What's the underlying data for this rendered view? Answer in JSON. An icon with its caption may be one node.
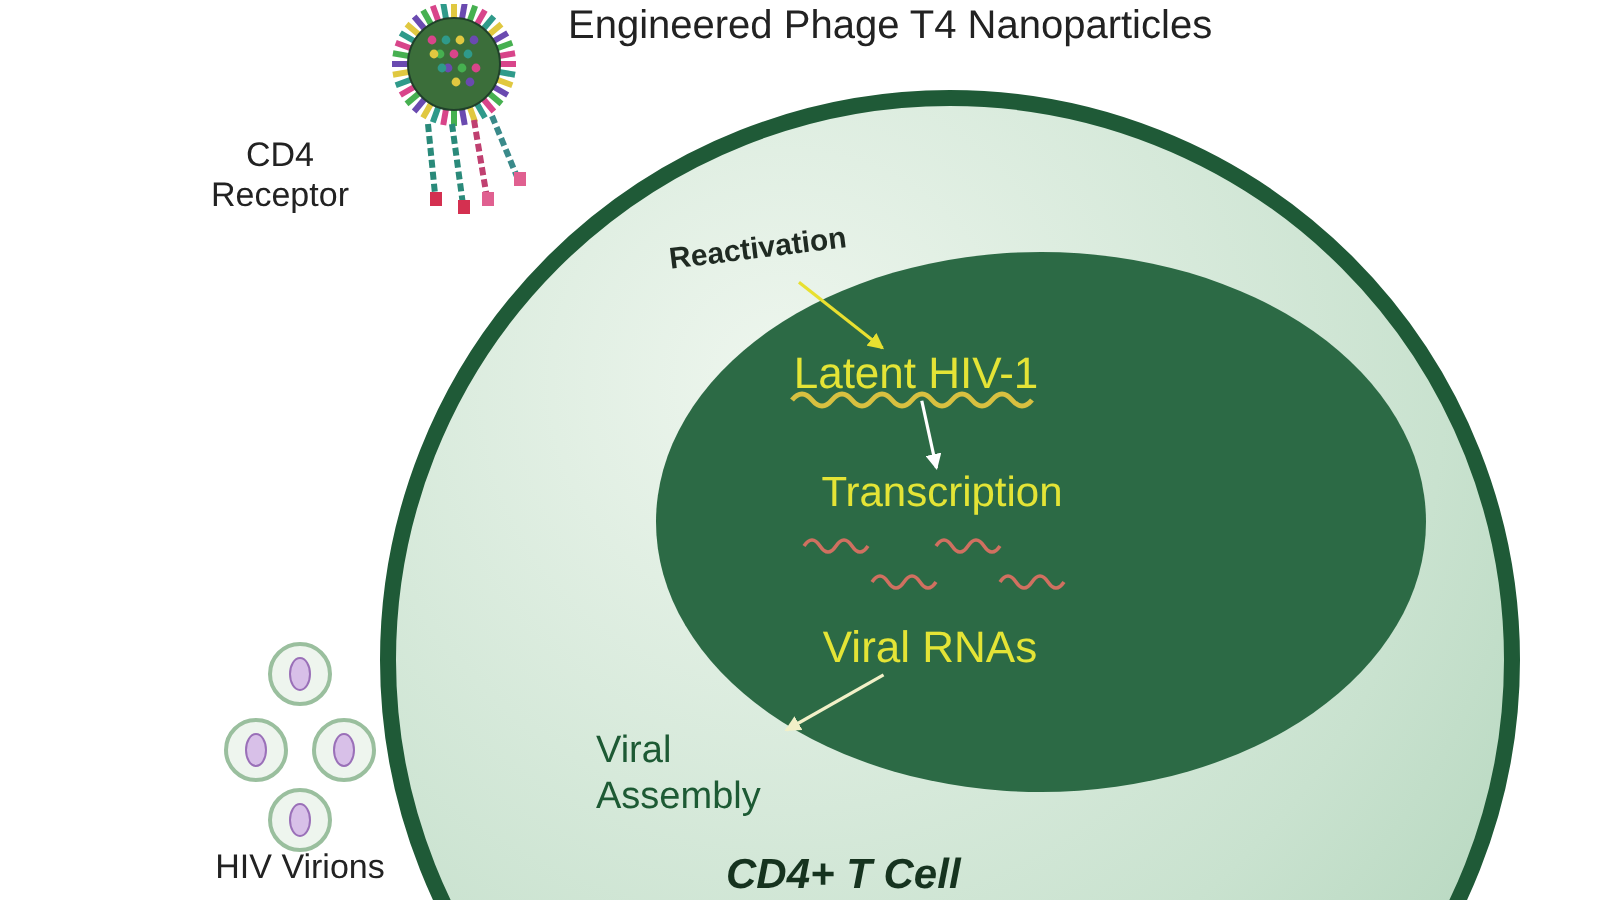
{
  "diagram": {
    "title": "Engineered Phage T4 Nanoparticles",
    "nodes": [
      {
        "text": [
          "CD4+ T Cell"
        ]
      },
      {
        "text": [],
        "shape": "circle",
        "in": 0
      },
      {
        "text": [
          "Latent HIV-1"
        ],
        "in": 1
      },
      {
        "text": [
          "Transcription"
        ],
        "in": 1
      },
      {
        "text": [
          "Viral RNAs"
        ],
        "in": 1
      },
      {
        "text": [
          "Reactivation"
        ],
        "in": 0
      },
      {
        "text": [
          "Viral Assembly"
        ],
        "in": 0
      },
      {
        "text": [],
        "shape": "picture"
      }
    ],
    "edges": [
      {
        "from": 5,
        "to": 2,
        "arrow": "to",
        "color": "#e8e030"
      },
      {
        "from": 2,
        "to": 3,
        "arrow": "to",
        "color": "#ffffff"
      },
      {
        "from": 4,
        "to": 6,
        "arrow": "to",
        "color": "#f2f0c8"
      }
    ],
    "labels": [
      "CD4 Receptor",
      "HIV Virions"
    ]
  }
}
